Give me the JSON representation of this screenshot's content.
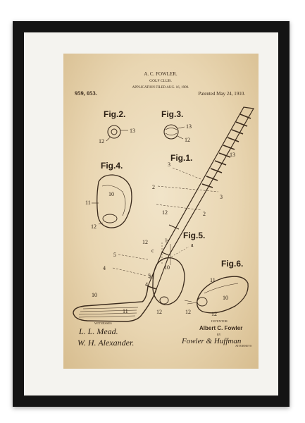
{
  "patent": {
    "inventor_header": "A. C. FOWLER.",
    "title": "GOLF CLUB.",
    "application_line": "APPLICATION FILED AUG. 16, 1909.",
    "patent_number": "959, 053.",
    "patented": "Patented May 24, 1910.",
    "witnesses_label": "WITNESSES",
    "inventor_label": "INVENTOR",
    "inventor_name": "Albert C. Fowler",
    "by_label": "BY",
    "attorneys_label": "ATTORNEYS",
    "witness_signatures": [
      "L. L. Mead.",
      "W. H. Alexander."
    ],
    "attorney_signature": "Fowler & Huffman"
  },
  "figures": [
    {
      "label": "Fig.1."
    },
    {
      "label": "Fig.2."
    },
    {
      "label": "Fig.3."
    },
    {
      "label": "Fig.4."
    },
    {
      "label": "Fig.5."
    },
    {
      "label": "Fig.6."
    }
  ],
  "reference_numerals": {
    "n2": "2",
    "n3": "3",
    "n4": "4",
    "n5": "5",
    "n10": "10",
    "n11": "11",
    "n12": "12",
    "n13": "13",
    "a": "a",
    "b": "b",
    "c": "c"
  },
  "colors": {
    "frame": "#141414",
    "mat": "#f4f3ef",
    "paper": "#ebd8b4",
    "ink": "#3a2a1c"
  }
}
